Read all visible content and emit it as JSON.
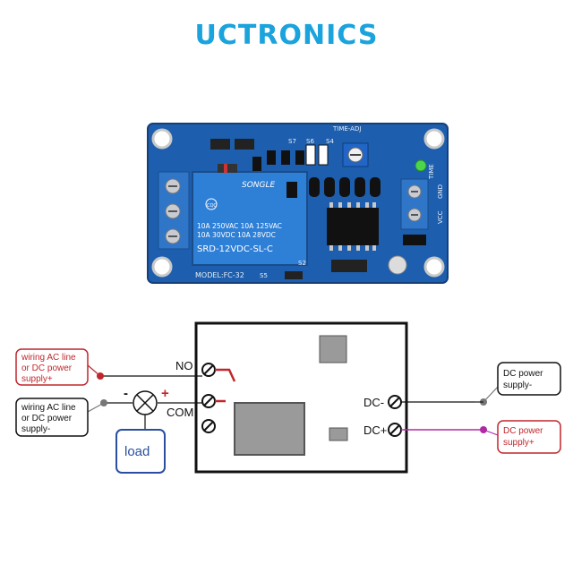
{
  "brand": {
    "logo_text": "UCTRONICS",
    "color": "#1aa3dc"
  },
  "relay_module": {
    "relay_brand": "SONGLE",
    "relay_ratings": [
      "10A 250VAC   10A 125VAC",
      "10A 30VDC   10A 28VDC"
    ],
    "relay_model": "SRD-12VDC-SL-C",
    "model_label": "MODEL:FC-32",
    "pot_label": "TIME-ADJ",
    "led_label": "TIME",
    "pin_labels": [
      "GND",
      "VCC"
    ],
    "jumper_labels": [
      "S7",
      "S6",
      "S4",
      "S2",
      "S5"
    ],
    "board_color": "#1d5fae",
    "terminal_color": "#2f76c9"
  },
  "diagram": {
    "terminals": {
      "no": "NO",
      "com": "COM",
      "dc_minus": "DC-",
      "dc_plus": "DC+"
    },
    "load": {
      "label": "load",
      "minus": "-",
      "plus": "+"
    },
    "callouts": {
      "ac_plus": [
        "wiring AC line",
        "or DC power",
        "supply+"
      ],
      "ac_minus": [
        "wiring AC line",
        "or DC power",
        "supply-"
      ],
      "dc_minus": [
        "DC power",
        "supply-"
      ],
      "dc_plus": [
        "DC power",
        "supply+"
      ]
    },
    "colors": {
      "red": "#c0272d",
      "magenta": "#b02aa6",
      "blue": "#2a4fa0",
      "gray": "#9a9a9a"
    }
  }
}
